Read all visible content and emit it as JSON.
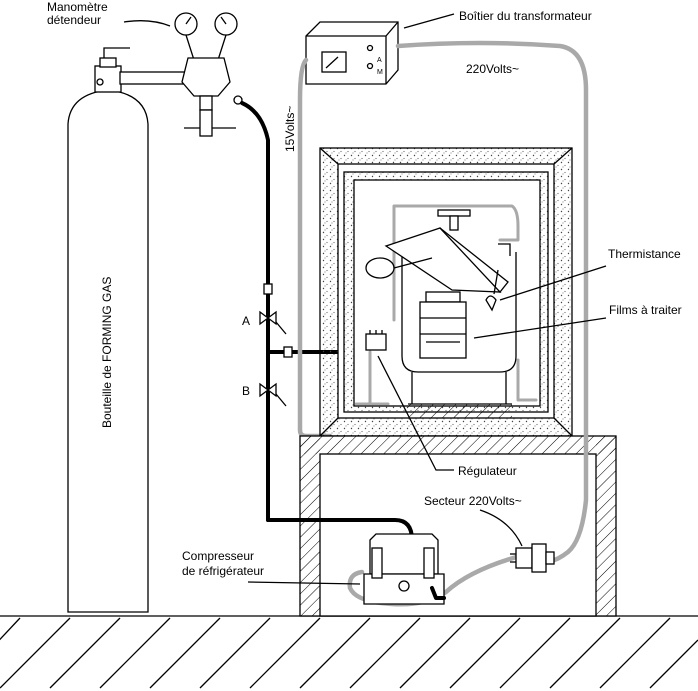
{
  "labels": {
    "manometre": [
      "Manomètre",
      "détendeur"
    ],
    "boitier": "Boîtier du transformateur",
    "volts_220": "220Volts~",
    "volts_15": "15Volts~",
    "bouteille": "Bouteille de FORMING GAS",
    "valve_a": "A",
    "valve_b": "B",
    "thermistance": "Thermistance",
    "films": "Films à traiter",
    "regulateur": "Régulateur",
    "secteur": "Secteur 220Volts~",
    "compresseur": [
      "Compresseur",
      "de réfrigérateur"
    ],
    "transfo_a": "A",
    "transfo_m": "M"
  },
  "colors": {
    "ink": "#000000",
    "cable": "#a9a9a9",
    "background": "#ffffff"
  }
}
